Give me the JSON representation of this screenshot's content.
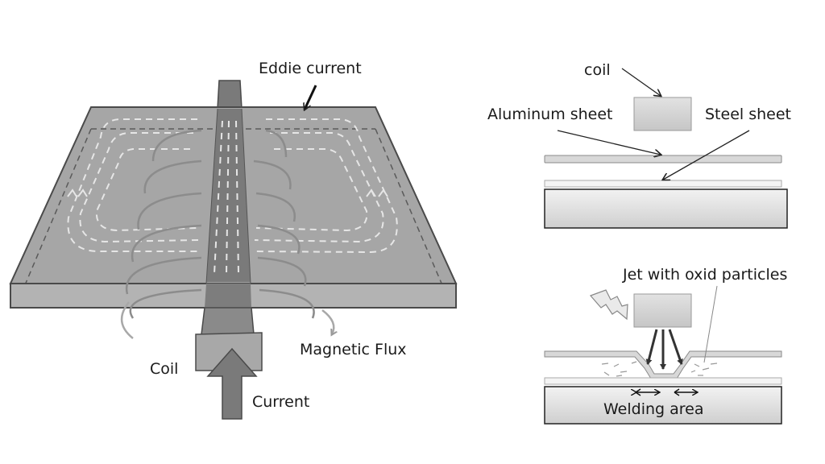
{
  "left_diagram": {
    "labels": {
      "eddie_current": "Eddie current",
      "magnetic_flux": "Magnetic Flux",
      "coil": "Coil",
      "current": "Current"
    }
  },
  "right_top_diagram": {
    "labels": {
      "coil": "coil",
      "aluminum_sheet": "Aluminum sheet",
      "steel_sheet": "Steel sheet"
    }
  },
  "right_bottom_diagram": {
    "labels": {
      "jet": "Jet with oxid particles",
      "welding_area": "Welding area"
    }
  },
  "colors": {
    "plate": "#a6a6a6",
    "plate_edge": "#4a4a4a",
    "coil_bar": "#7a7a7a",
    "eddie_dash": "#e6e6e6",
    "flux_curve": "#8c8c8c",
    "sheet_fill": "#e0e0e0"
  }
}
